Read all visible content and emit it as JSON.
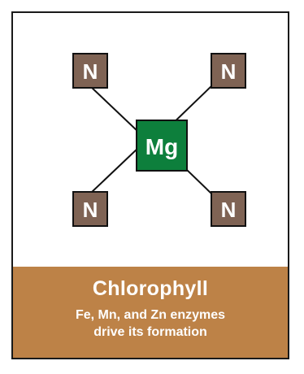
{
  "diagram": {
    "center": {
      "label": "Mg",
      "color": "#0d7f3c"
    },
    "corners": [
      {
        "label": "N",
        "position": "top-left"
      },
      {
        "label": "N",
        "position": "top-right"
      },
      {
        "label": "N",
        "position": "bottom-left"
      },
      {
        "label": "N",
        "position": "bottom-right"
      }
    ],
    "corner_color": "#7f6354",
    "bond_color": "#111111"
  },
  "caption": {
    "title": "Chlorophyll",
    "subtitle_line1": "Fe, Mn, and Zn enzymes",
    "subtitle_line2": "drive its formation",
    "background": "#bd8247"
  }
}
